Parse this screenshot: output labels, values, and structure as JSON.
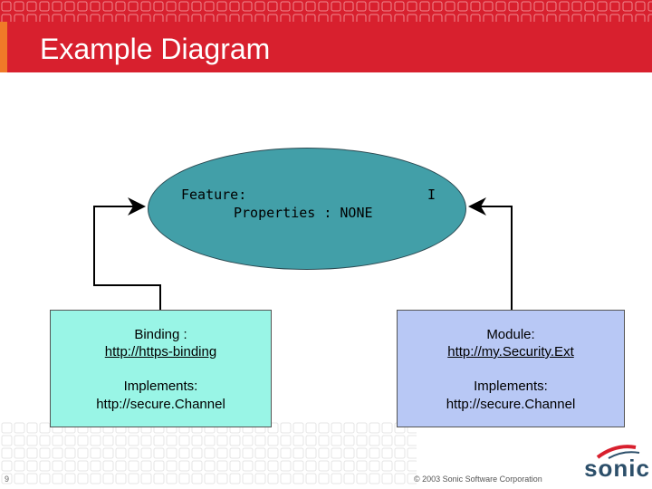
{
  "slide": {
    "title": "Example Diagram",
    "page_number": "9",
    "copyright": "© 2003 Sonic Software Corporation",
    "logo": "sonic SOFTWARE"
  },
  "feature": {
    "label": "Feature:",
    "properties": "Properties : NONE",
    "marker": "I"
  },
  "binding_box": {
    "line1": "Binding :",
    "line2": "http://https-binding",
    "line3": "Implements:",
    "line4": "http://secure.Channel"
  },
  "module_box": {
    "line1": "Module:",
    "line2": "http://my.Security.Ext",
    "line3": "Implements:",
    "line4": "http://secure.Channel"
  },
  "colors": {
    "header_red": "#d8202e",
    "header_orange": "#f07a28",
    "ellipse_teal": "#429fa8",
    "binding_box": "#99f5e6",
    "module_box": "#b8c8f5",
    "logo_blue": "#2c4f6a"
  }
}
